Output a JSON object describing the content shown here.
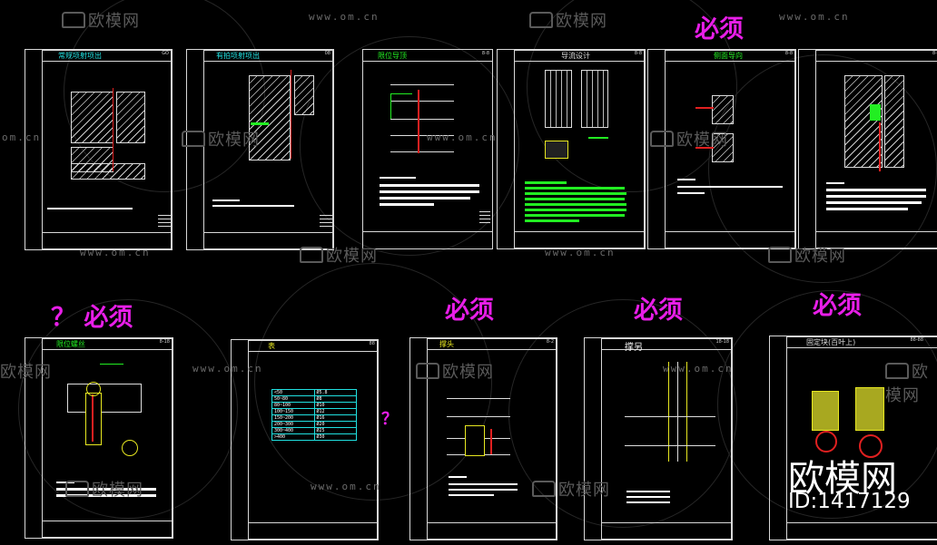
{
  "watermark": {
    "brand": "欧模网",
    "url": "www.om.cn",
    "url_partial": "om.cn",
    "id_text": "ID:1417129"
  },
  "notes": {
    "required": "必须",
    "question_required": "？ 必须",
    "question_mark": "？"
  },
  "sheets": [
    {
      "title": "常规项射项出",
      "code": "GO"
    },
    {
      "title": "有拍项射项出",
      "code": "08"
    },
    {
      "title": "限位导顶",
      "code": "8-8"
    },
    {
      "title": "导流设计",
      "code": "8-8"
    },
    {
      "title": "侧面导向",
      "code": "8-8"
    },
    {
      "title": "",
      "code": "8-"
    },
    {
      "title": "限位螺丝",
      "code": "8-18"
    },
    {
      "title": "表",
      "code": "88"
    },
    {
      "title": "撑头",
      "code": "8-2"
    },
    {
      "title": "撑另",
      "code": "18-18"
    },
    {
      "title": "固定块(百叶上)",
      "code": "88-88"
    }
  ],
  "table": {
    "rows": [
      [
        "<50",
        "Ø5.8"
      ],
      [
        "50~80",
        "Ø8"
      ],
      [
        "80~100",
        "Ø10"
      ],
      [
        "100~150",
        "Ø12"
      ],
      [
        "150~200",
        "Ø16"
      ],
      [
        "200~300",
        "Ø20"
      ],
      [
        "300~400",
        "Ø25"
      ],
      [
        ">400",
        "Ø30"
      ]
    ]
  },
  "colors": {
    "note": "#e81ee8",
    "green": "#22ee22",
    "cyan": "#20e0e0",
    "yellow": "#e8e820",
    "red": "#e02020"
  }
}
